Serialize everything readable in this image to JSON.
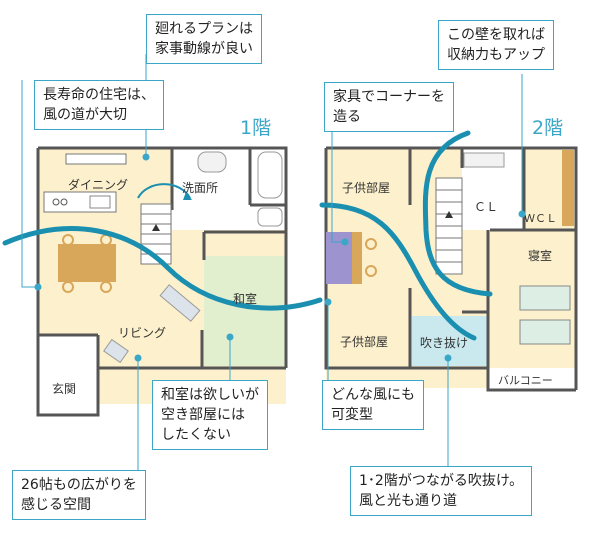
{
  "floor1": {
    "label": "1階",
    "rooms": {
      "dining": "ダイニング",
      "washroom": "洗面所",
      "washitsu": "和室",
      "living": "リビング",
      "entrance": "玄関"
    }
  },
  "floor2": {
    "label": "2階",
    "rooms": {
      "kids_room_top": "子供部屋",
      "kids_room_bottom": "子供部屋",
      "closet": "ＣＬ",
      "walkin_closet": "ＷＣＬ",
      "bedroom": "寝室",
      "atrium": "吹き抜け",
      "balcony": "バルコニー"
    }
  },
  "callouts": {
    "longevity": [
      "長寿命の住宅は、",
      "風の道が大切"
    ],
    "circulation": [
      "廻れるプランは",
      "家事動線が良い"
    ],
    "wall_storage": [
      "この壁を取れば",
      "収納力もアップ"
    ],
    "furniture_corner": [
      "家具でコーナーを",
      "造る"
    ],
    "washitsu_note": [
      "和室は欲しいが",
      "空き部屋には",
      "したくない"
    ],
    "flexible": [
      "どんな風にも",
      "可変型"
    ],
    "space_26": [
      "26帖もの広がりを",
      "感じる空間"
    ],
    "atrium_note": [
      "1･2階がつながる吹抜け。",
      "風と光も通り道"
    ]
  },
  "colors": {
    "accent": "#3aa6c8",
    "wind": "#1a8fb0",
    "floor": "#fdf0cc",
    "tatami": "#e2efcf",
    "atrium": "#c9e9ee",
    "furniture": "#d9a75a",
    "kids_furniture": "#9c93cf",
    "wall": "#555555"
  }
}
